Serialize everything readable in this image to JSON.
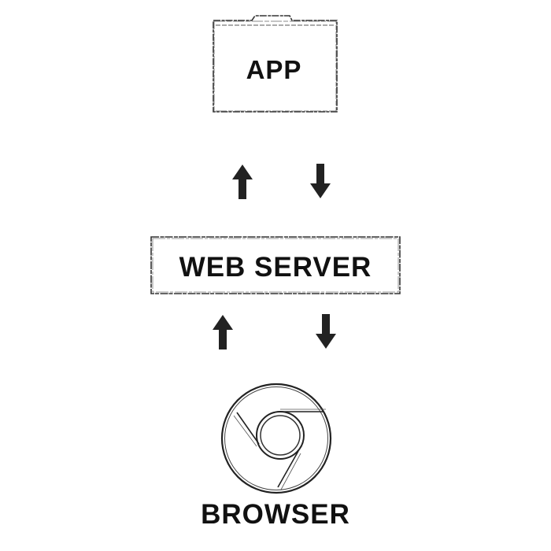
{
  "nodes": {
    "app": {
      "label": "APP"
    },
    "web_server": {
      "label": "WEB SERVER"
    },
    "browser": {
      "label": "BROWSER"
    }
  },
  "colors": {
    "ink": "#111111",
    "arrow": "#222222",
    "background": "#ffffff"
  },
  "icons": {
    "app": "folder-icon",
    "browser": "chrome-icon",
    "arrows": [
      "arrow-up-icon",
      "arrow-down-icon"
    ]
  }
}
